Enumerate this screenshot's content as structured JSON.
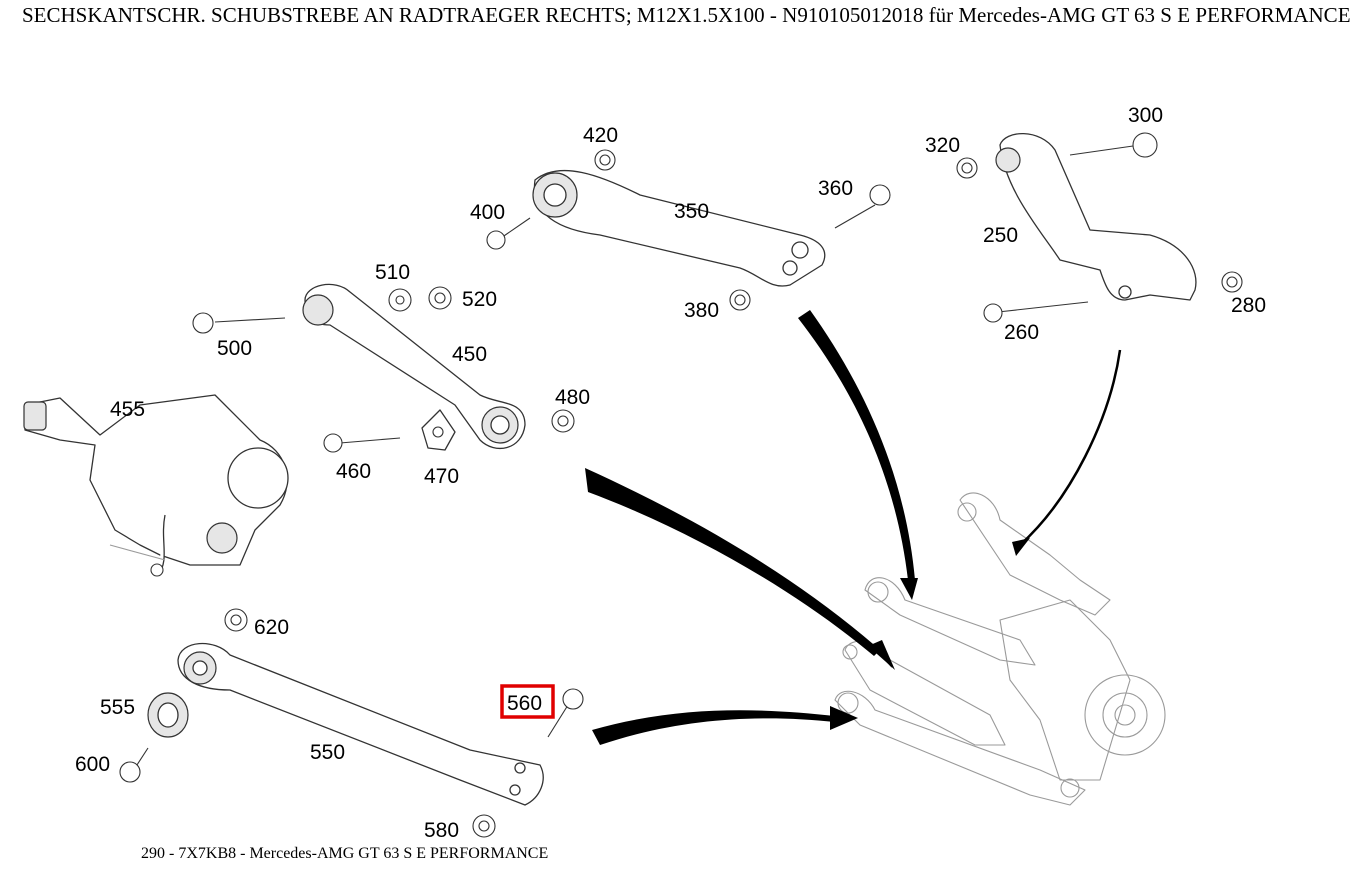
{
  "title": "SECHSKANTSCHR. SCHUBSTREBE AN RADTRAEGER RECHTS; M12X1.5X100 - N910105012018 für Mercedes-AMG GT 63 S E PERFORMANCE",
  "caption": "290 - 7X7KB8 - Mercedes-AMG GT 63 S E PERFORMANCE",
  "highlight_color": "#e00000",
  "callouts": {
    "c250": "250",
    "c260": "260",
    "c280": "280",
    "c300": "300",
    "c320": "320",
    "c350": "350",
    "c360": "360",
    "c380": "380",
    "c400": "400",
    "c420": "420",
    "c450": "450",
    "c455": "455",
    "c460": "460",
    "c470": "470",
    "c480": "480",
    "c500": "500",
    "c510": "510",
    "c520": "520",
    "c550": "550",
    "c555": "555",
    "c560": "560",
    "c580": "580",
    "c600": "600",
    "c620": "620"
  },
  "highlighted_callout": "560"
}
